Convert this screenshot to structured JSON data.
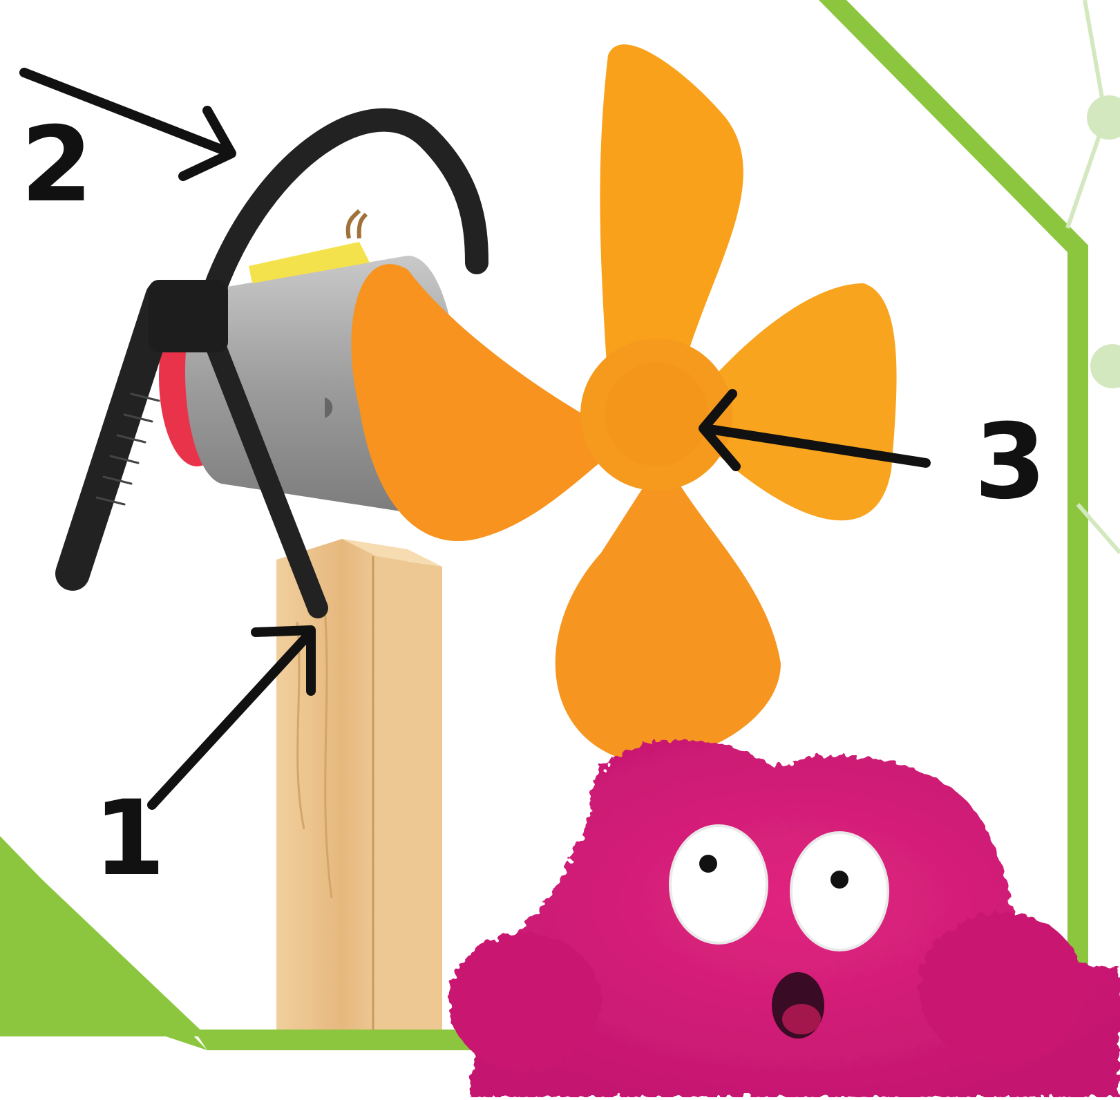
{
  "callouts": {
    "one": "1",
    "two": "2",
    "three": "3"
  },
  "colors": {
    "frame_green": "#8cc63f",
    "molecule_green": "#d9ecc6",
    "propeller_orange": "#f7931e",
    "propeller_yellow": "#fbb034",
    "motor_gray": "#9a9a9a",
    "motor_red": "#e8334a",
    "zip_tie_black": "#222222",
    "wood": "#e8c089",
    "mascot_pink": "#d81b7a",
    "arrow_black": "#111111"
  },
  "icons": {
    "propeller": "propeller-icon",
    "motor": "motor-icon",
    "zip_tie": "zip-tie-icon",
    "stick": "wooden-stick-icon",
    "mascot": "fuzzy-mascot-icon"
  }
}
